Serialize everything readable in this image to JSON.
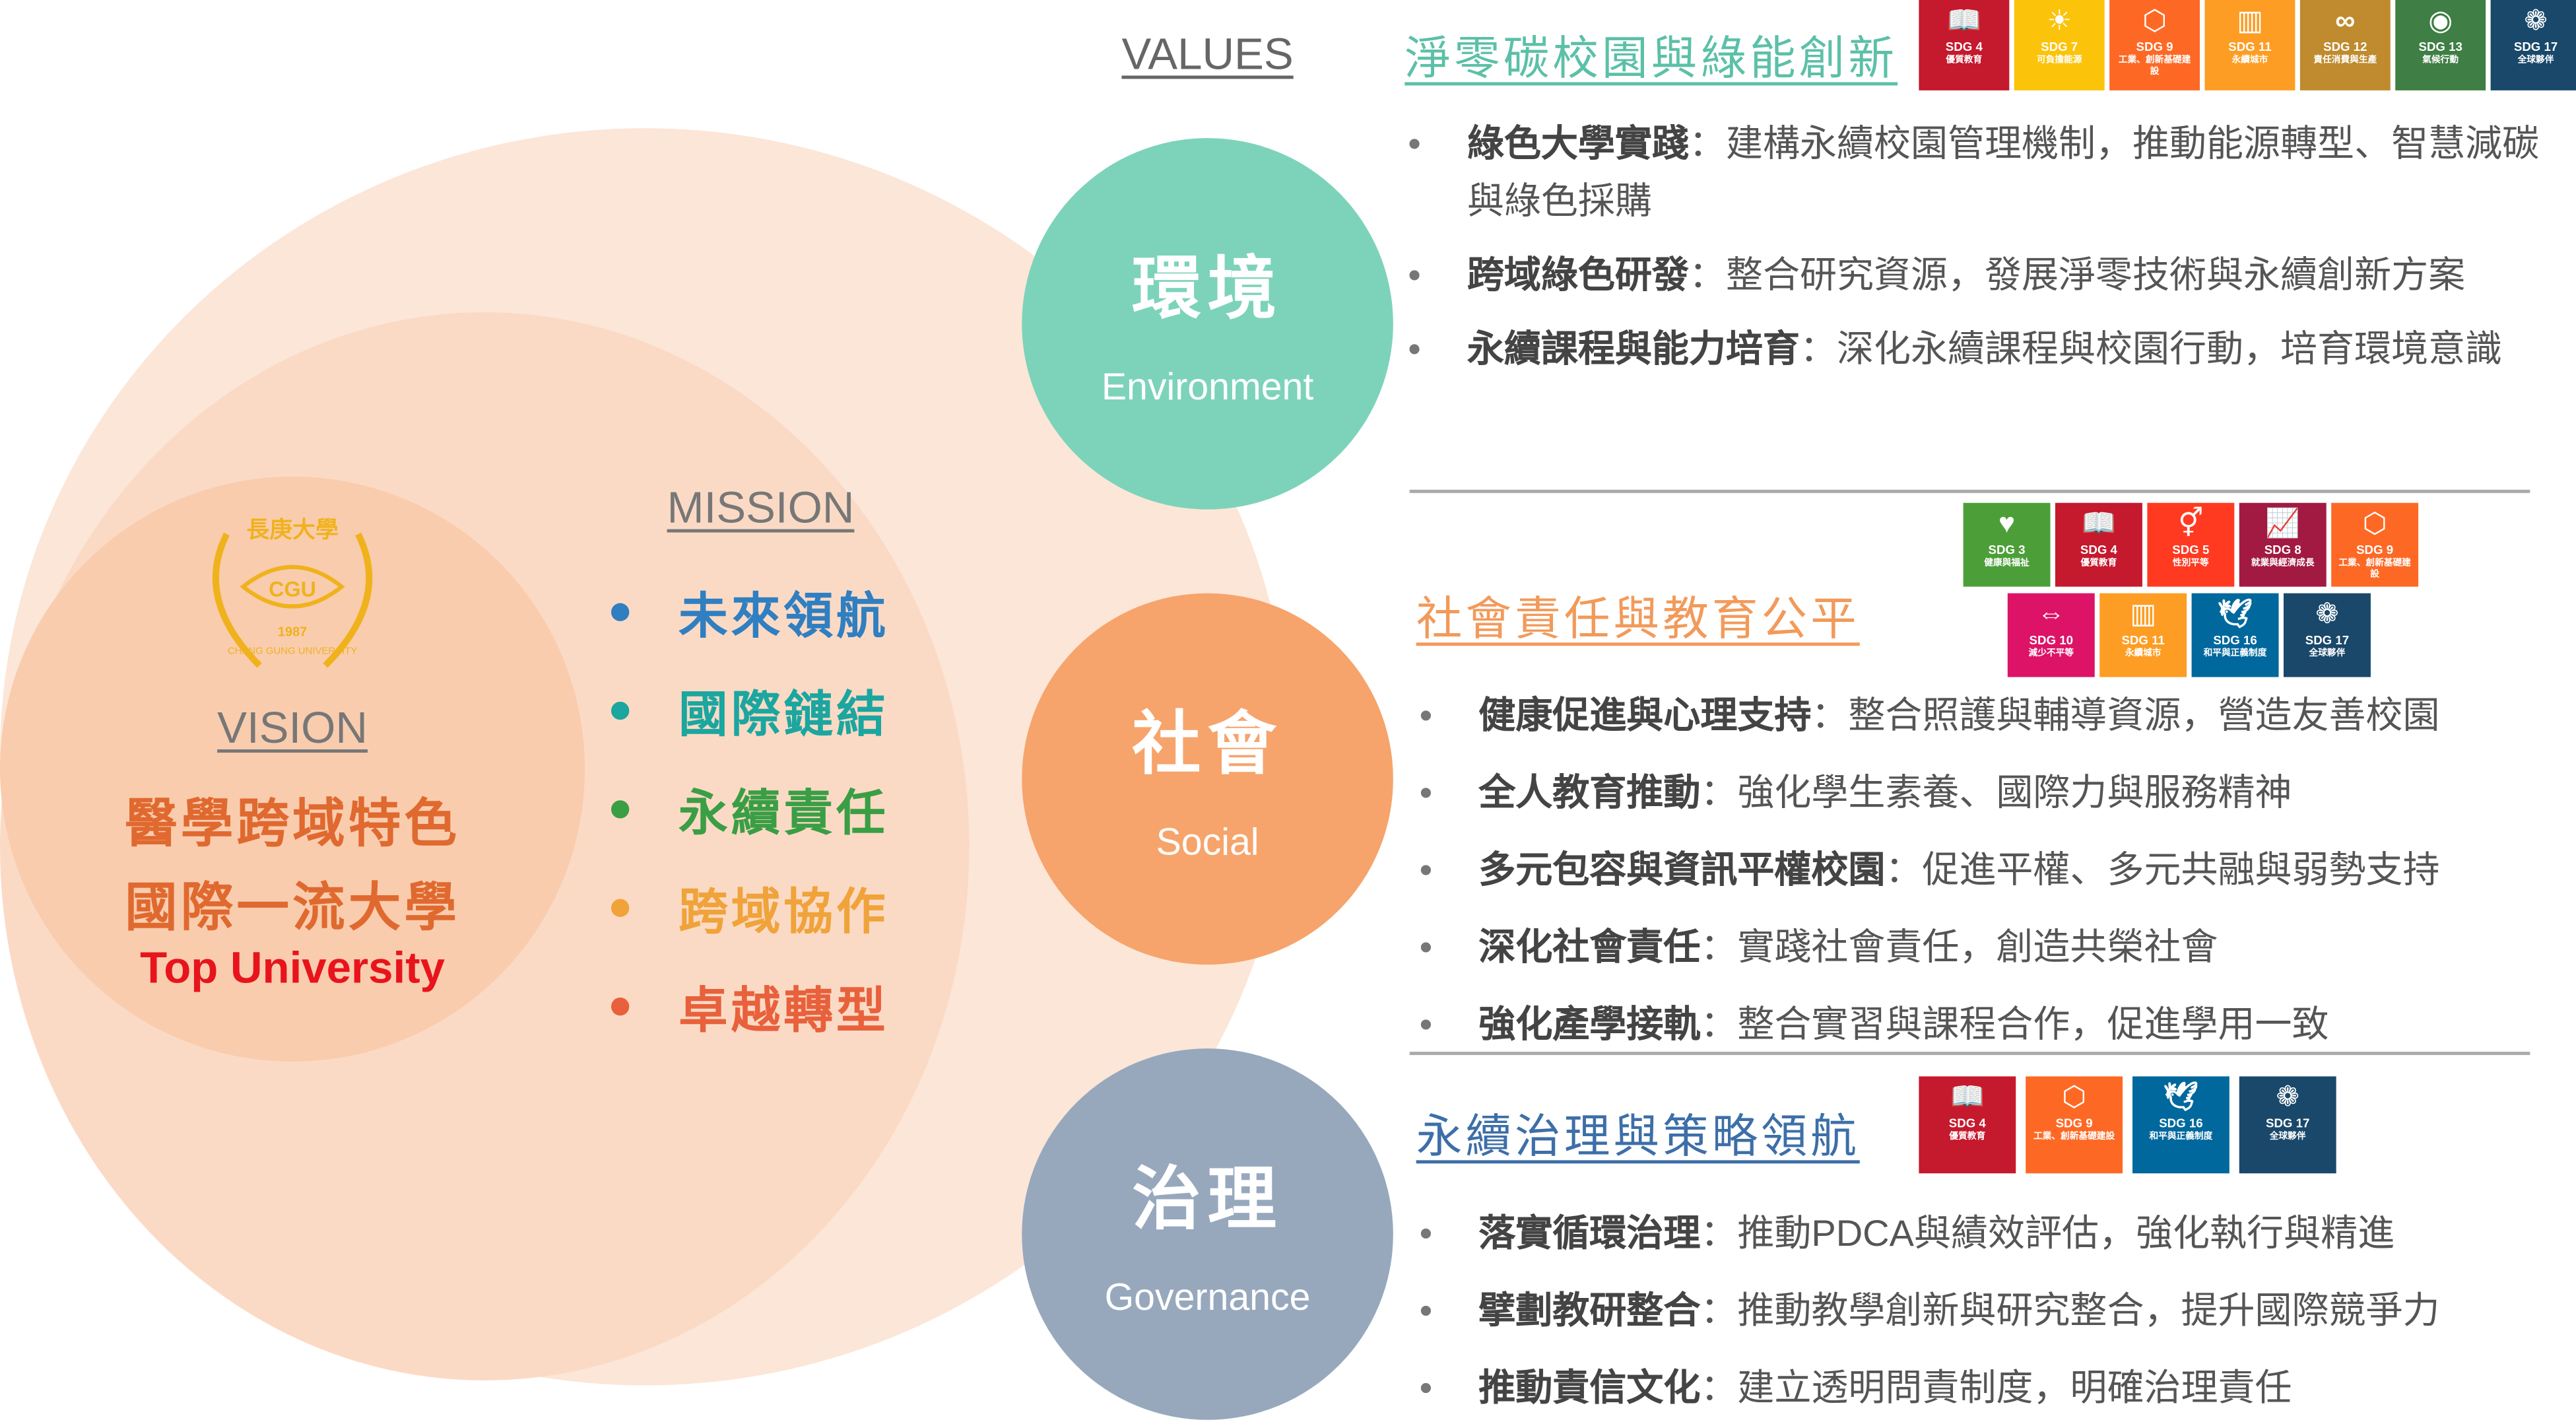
{
  "values_heading": "VALUES",
  "mission": {
    "heading": "MISSION",
    "items": [
      {
        "label": "未來領航",
        "color": "#2f7fc1"
      },
      {
        "label": "國際鏈結",
        "color": "#1ba6a0"
      },
      {
        "label": "永續責任",
        "color": "#3a9e45"
      },
      {
        "label": "跨域協作",
        "color": "#f0a33a"
      },
      {
        "label": "卓越轉型",
        "color": "#e8613c"
      }
    ]
  },
  "vision": {
    "heading": "VISION",
    "line1": "醫學跨域特色",
    "line2": "國際一流大學",
    "line3": "Top University",
    "logo": {
      "name": "長庚大學",
      "english": "CHANG GUNG UNIVERSITY",
      "year": "1987",
      "mark": "CGU"
    }
  },
  "values": [
    {
      "zh": "環境",
      "en": "Environment",
      "color": "#7dd3ba",
      "title": "淨零碳校園與綠能創新",
      "title_color": "#5cc0a8",
      "sdgs": [
        {
          "num": "SDG 4",
          "name": "優質教育",
          "icon": "book-icon",
          "glyph": "📖",
          "color": "#c5192d"
        },
        {
          "num": "SDG 7",
          "name": "可負擔能源",
          "icon": "sun-power-icon",
          "glyph": "☀",
          "color": "#fcc30b"
        },
        {
          "num": "SDG 9",
          "name": "工業、創新基礎建設",
          "icon": "cubes-icon",
          "glyph": "⬡",
          "color": "#fd6925"
        },
        {
          "num": "SDG 11",
          "name": "永續城市",
          "icon": "city-icon",
          "glyph": "▥",
          "color": "#fd9d24"
        },
        {
          "num": "SDG 12",
          "name": "責任消費與生產",
          "icon": "infinity-icon",
          "glyph": "∞",
          "color": "#bf8b2e"
        },
        {
          "num": "SDG 13",
          "name": "氣候行動",
          "icon": "eye-globe-icon",
          "glyph": "◉",
          "color": "#3f7e44"
        },
        {
          "num": "SDG 17",
          "name": "全球夥伴",
          "icon": "rings-icon",
          "glyph": "❁",
          "color": "#19486a"
        }
      ],
      "bullets": [
        {
          "lead": "綠色大學實踐",
          "text": "：建構永續校園管理機制，推動能源轉型、智慧減碳與綠色採購"
        },
        {
          "lead": "跨域綠色研發",
          "text": "：整合研究資源，發展淨零技術與永續創新方案"
        },
        {
          "lead": "永續課程與能力培育",
          "text": "：深化永續課程與校園行動，培育環境意識"
        }
      ]
    },
    {
      "zh": "社會",
      "en": "Social",
      "color": "#f6a46b",
      "title": "社會責任與教育公平",
      "title_color": "#f29a5a",
      "sdgs_row1": [
        {
          "num": "SDG 3",
          "name": "健康與福祉",
          "icon": "heartbeat-icon",
          "glyph": "♥",
          "color": "#4c9f38"
        },
        {
          "num": "SDG 4",
          "name": "優質教育",
          "icon": "book-icon",
          "glyph": "📖",
          "color": "#c5192d"
        },
        {
          "num": "SDG 5",
          "name": "性別平等",
          "icon": "gender-icon",
          "glyph": "⚥",
          "color": "#ff3a21"
        },
        {
          "num": "SDG 8",
          "name": "就業與經濟成長",
          "icon": "growth-chart-icon",
          "glyph": "📈",
          "color": "#a21942"
        },
        {
          "num": "SDG 9",
          "name": "工業、創新基礎建設",
          "icon": "cubes-icon",
          "glyph": "⬡",
          "color": "#fd6925"
        }
      ],
      "sdgs_row2": [
        {
          "num": "SDG 10",
          "name": "減少不平等",
          "icon": "equality-arrows-icon",
          "glyph": "⇔",
          "color": "#dd1367"
        },
        {
          "num": "SDG 11",
          "name": "永續城市",
          "icon": "city-icon",
          "glyph": "▥",
          "color": "#fd9d24"
        },
        {
          "num": "SDG 16",
          "name": "和平與正義制度",
          "icon": "dove-gavel-icon",
          "glyph": "🕊",
          "color": "#00689d"
        },
        {
          "num": "SDG 17",
          "name": "全球夥伴",
          "icon": "rings-icon",
          "glyph": "❁",
          "color": "#19486a"
        }
      ],
      "bullets": [
        {
          "lead": "健康促進與心理支持",
          "text": "：整合照護與輔導資源，營造友善校園"
        },
        {
          "lead": "全人教育推動",
          "text": "：強化學生素養、國際力與服務精神"
        },
        {
          "lead": "多元包容與資訊平權校園",
          "text": "：促進平權、多元共融與弱勢支持"
        },
        {
          "lead": "深化社會責任",
          "text": "：實踐社會責任，創造共榮社會"
        },
        {
          "lead": "強化產學接軌",
          "text": "：整合實習與課程合作，促進學用一致"
        }
      ]
    },
    {
      "zh": "治理",
      "en": "Governance",
      "color": "#97a8bd",
      "title": "永續治理與策略領航",
      "title_color": "#3d6fa8",
      "sdgs": [
        {
          "num": "SDG 4",
          "name": "優質教育",
          "icon": "book-icon",
          "glyph": "📖",
          "color": "#c5192d"
        },
        {
          "num": "SDG 9",
          "name": "工業、創新基礎建設",
          "icon": "cubes-icon",
          "glyph": "⬡",
          "color": "#fd6925"
        },
        {
          "num": "SDG 16",
          "name": "和平與正義制度",
          "icon": "dove-gavel-icon",
          "glyph": "🕊",
          "color": "#00689d"
        },
        {
          "num": "SDG 17",
          "name": "全球夥伴",
          "icon": "rings-icon",
          "glyph": "❁",
          "color": "#19486a"
        }
      ],
      "bullets": [
        {
          "lead": "落實循環治理",
          "text": "：推動PDCA與績效評估，強化執行與精進"
        },
        {
          "lead": "擘劃教研整合",
          "text": "：推動教學創新與研究整合，提升國際競爭力"
        },
        {
          "lead": "推動責信文化",
          "text": "：建立透明問責制度，明確治理責任"
        }
      ]
    }
  ]
}
